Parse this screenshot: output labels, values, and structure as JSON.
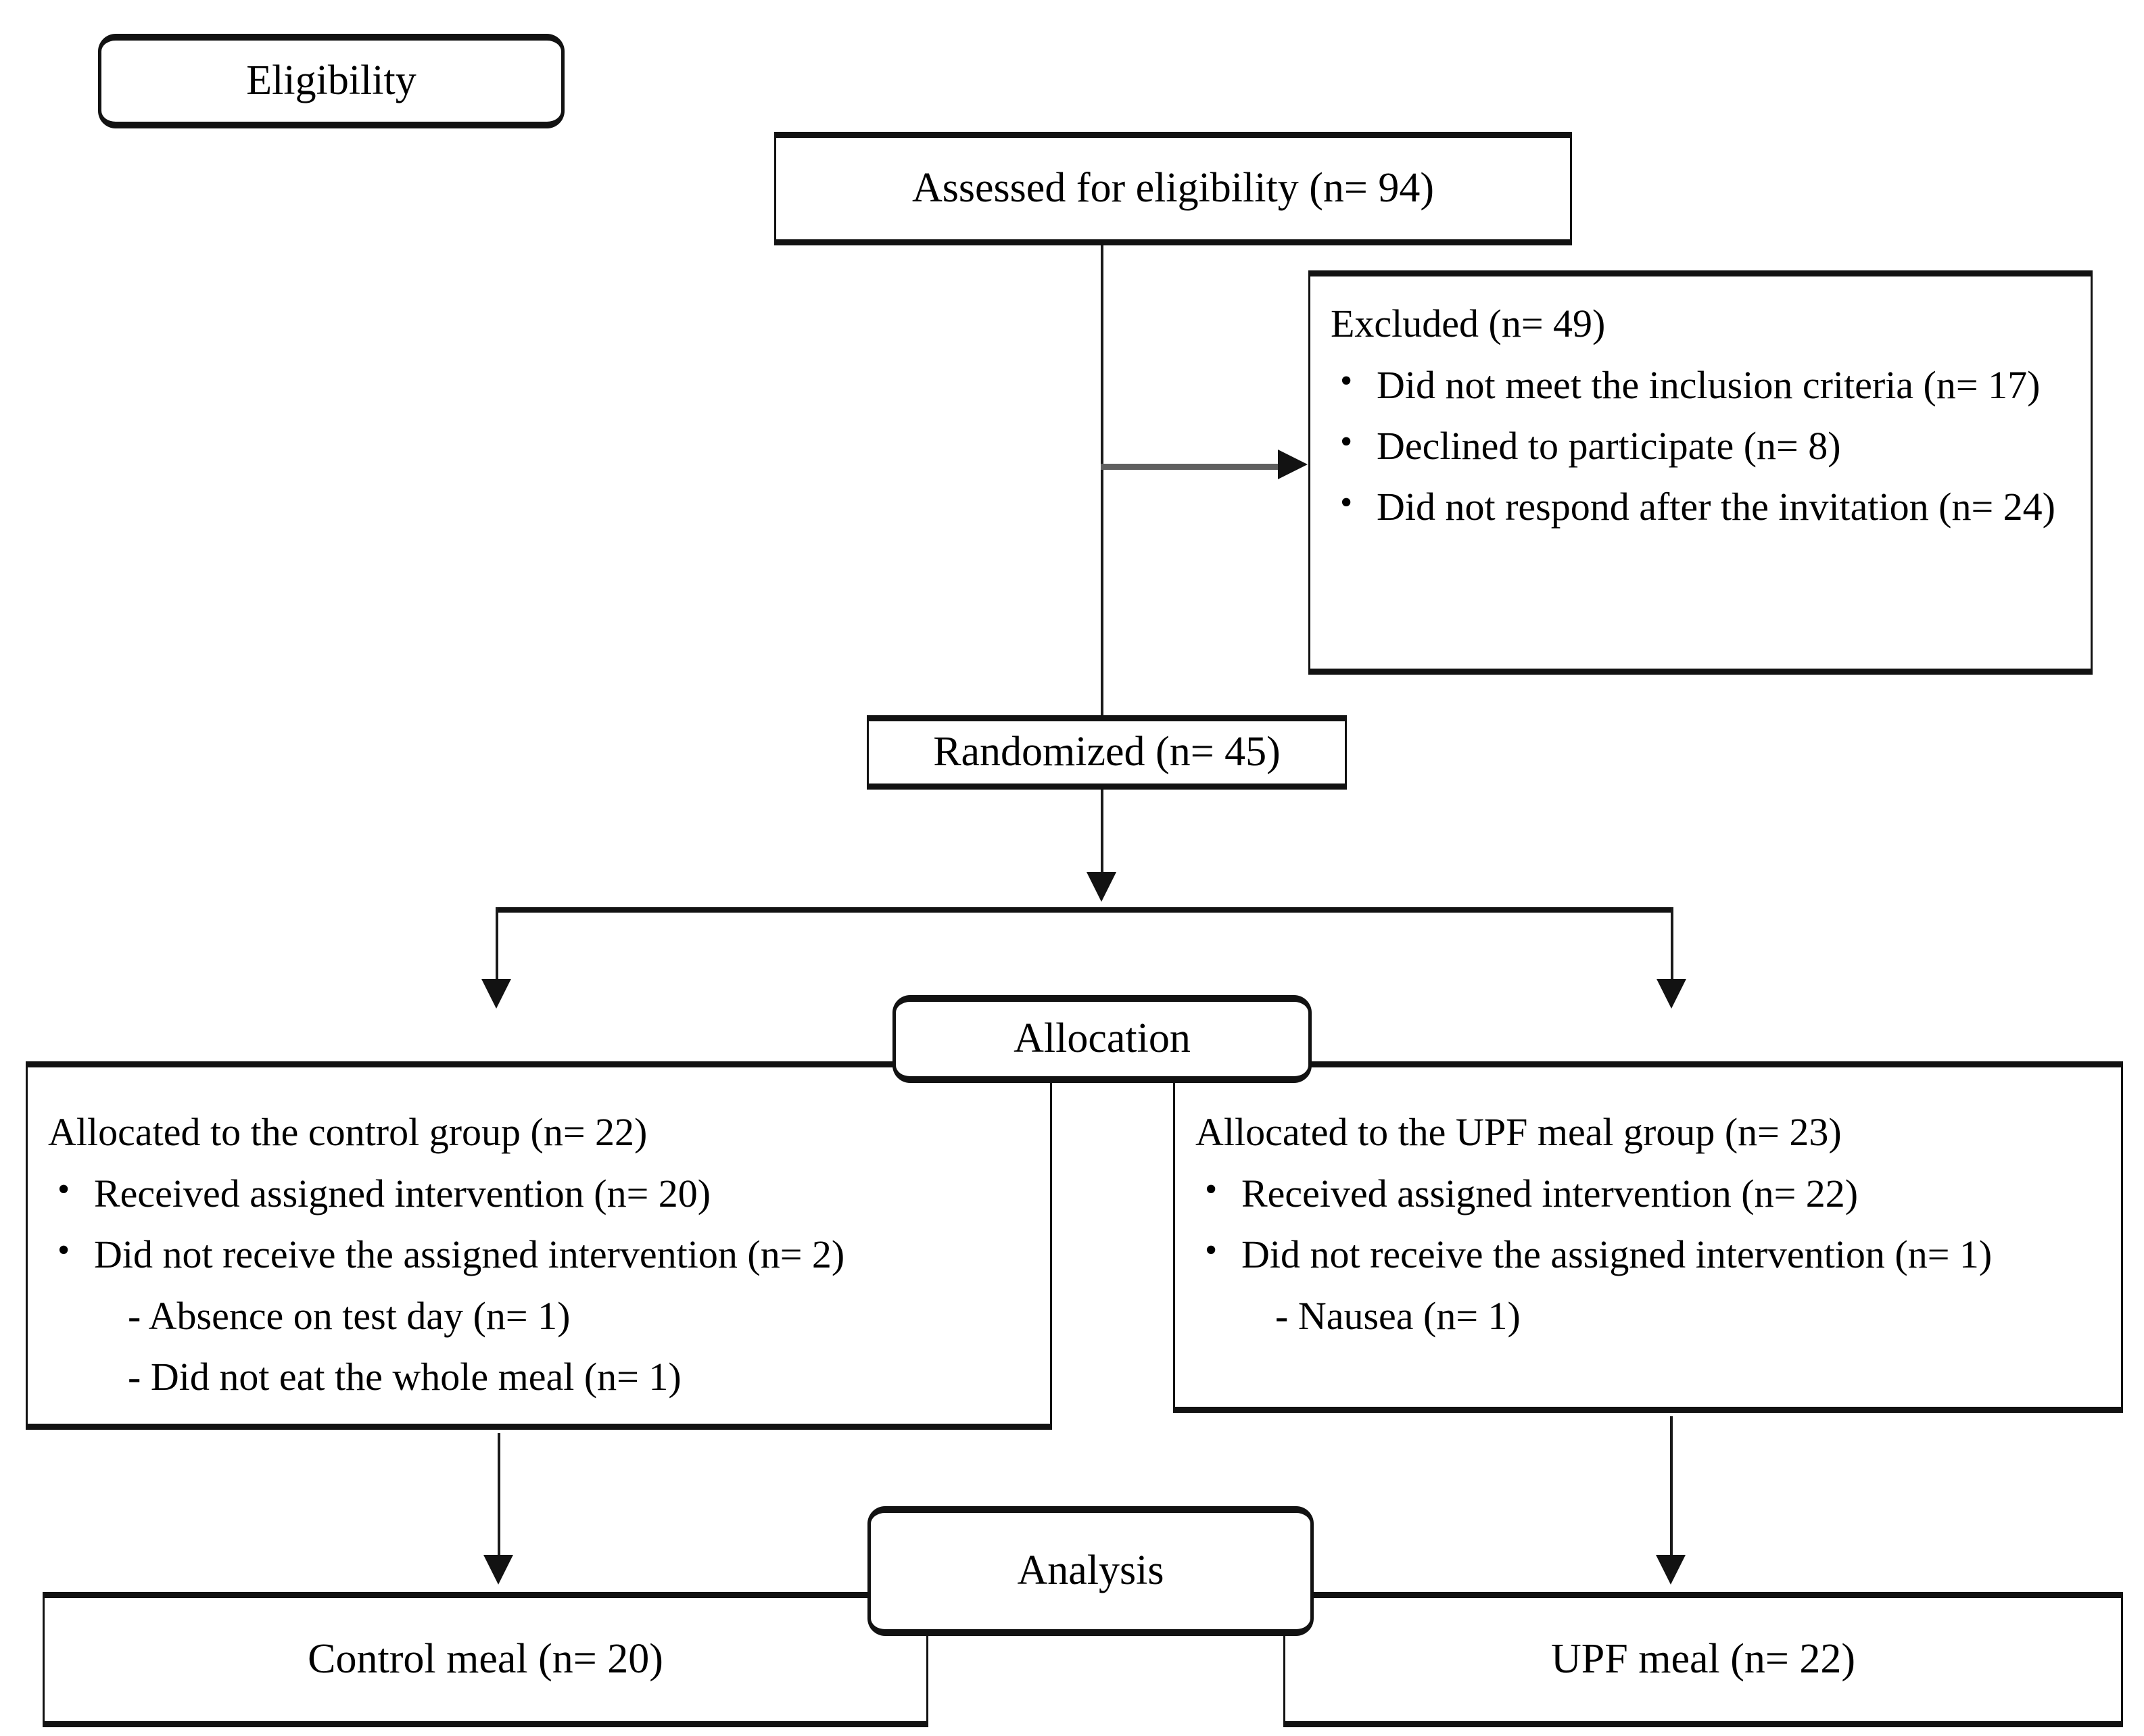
{
  "diagram": {
    "type": "consort-flow-diagram",
    "stages": {
      "eligibility": "Eligibility",
      "allocation": "Allocation",
      "analysis": "Analysis"
    },
    "nodes": {
      "assessed": "Assessed for eligibility (n= 94)",
      "excluded_title": "Excluded (n= 49)",
      "excluded_reasons": [
        "Did not meet the inclusion criteria (n= 17)",
        "Declined to participate (n= 8)",
        "Did not respond after the invitation (n= 24)"
      ],
      "randomized": "Randomized (n= 45)",
      "control_alloc_title": "Allocated to the control group (n= 22)",
      "control_alloc_items": [
        "Received assigned intervention (n= 20)",
        "Did not receive the assigned intervention (n= 2)"
      ],
      "control_alloc_subitems": [
        "- Absence on test day (n= 1)",
        "- Did not eat the whole meal (n= 1)"
      ],
      "upf_alloc_title": "Allocated to the UPF meal group (n= 23)",
      "upf_alloc_items": [
        "Received assigned intervention (n= 22)",
        "Did not receive the assigned intervention (n= 1)"
      ],
      "upf_alloc_subitems": [
        "- Nausea (n= 1)"
      ],
      "control_analysis": "Control meal (n= 20)",
      "upf_analysis": "UPF meal (n= 22)"
    },
    "counts": {
      "assessed": 94,
      "excluded_total": 49,
      "excluded_not_meeting_criteria": 17,
      "excluded_declined": 8,
      "excluded_no_response": 24,
      "randomized": 45,
      "control_allocated": 22,
      "control_received": 20,
      "control_not_received": 2,
      "control_absence": 1,
      "control_incomplete_meal": 1,
      "upf_allocated": 23,
      "upf_received": 22,
      "upf_not_received": 1,
      "upf_nausea": 1,
      "control_analyzed": 20,
      "upf_analyzed": 22
    },
    "colors": {
      "line": "#121212",
      "excluded_arrow": "#5f5f5f",
      "background": "#ffffff",
      "text": "#000000"
    }
  }
}
